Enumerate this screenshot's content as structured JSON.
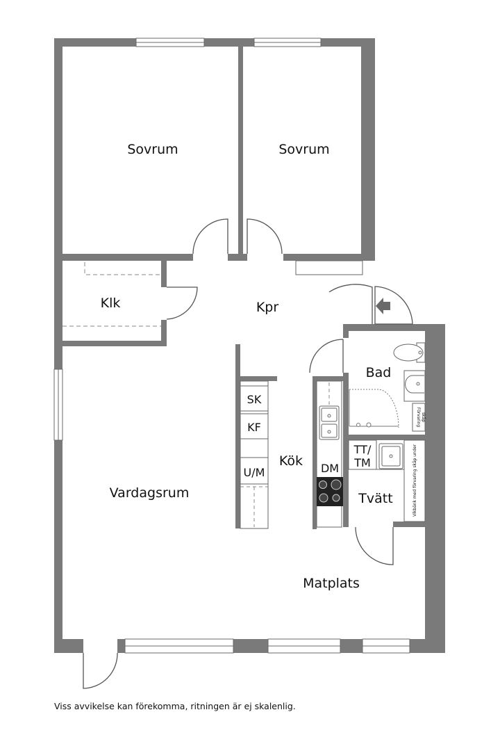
{
  "rooms": {
    "bedroom_left": "Sovrum",
    "bedroom_right": "Sovrum",
    "closet": "Klk",
    "hall": "Kpr",
    "bathroom": "Bad",
    "kitchen": "Kök",
    "living_room": "Vardagsrum",
    "laundry": "Tvätt",
    "dining": "Matplats"
  },
  "fixtures": {
    "freezer": "SK",
    "fridge_freezer": "KF",
    "microwave_oven": "U/M",
    "dishwasher": "DM",
    "washer_dryer_line1": "TT/",
    "washer_dryer_line2": "TM",
    "bath_storage_line1": "Förvaring",
    "bath_storage_line2": "skåp",
    "laundry_bench_note": "Vikbänk med förvaring skåp under"
  },
  "footer_note": "Viss avvikelse kan förekomma, ritningen är ej skalenlig."
}
